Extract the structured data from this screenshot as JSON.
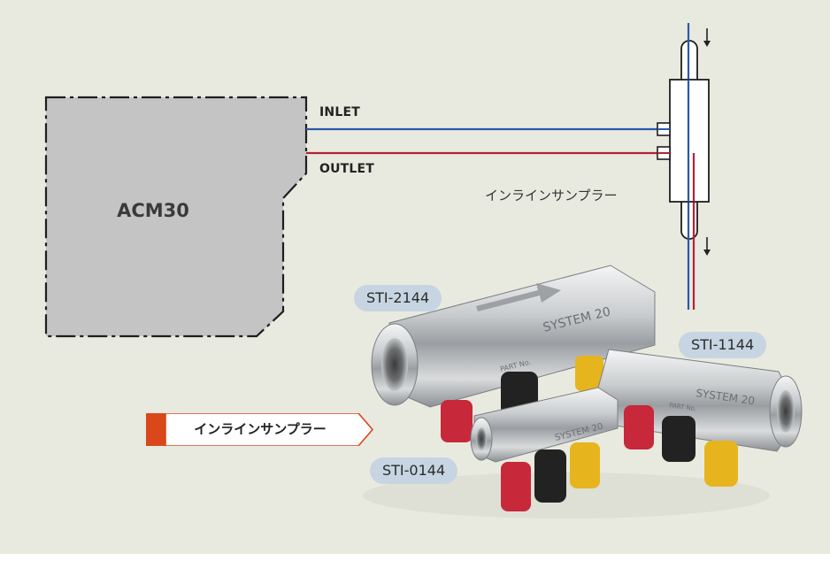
{
  "diagram": {
    "device_label": "ACM30",
    "inlet_label": "INLET",
    "outlet_label": "OUTLET",
    "sampler_label": "インラインサンプラー",
    "inlet_line_color": "#2a5aa8",
    "outlet_line_color": "#b3223a"
  },
  "products": {
    "models": [
      "STI-2144",
      "STI-1144",
      "STI-0144"
    ],
    "brand_engraving": "SYSTEM 20",
    "part_no_engraving": "PART No."
  },
  "section_tag": {
    "label": "インラインサンプラー",
    "accent_color": "#d9471a"
  },
  "colors": {
    "background": "#e9eadf",
    "pill_background": "#c6d5e1",
    "knob_red": "#c7283a",
    "knob_black": "#222222",
    "knob_yellow": "#e6b41d"
  }
}
